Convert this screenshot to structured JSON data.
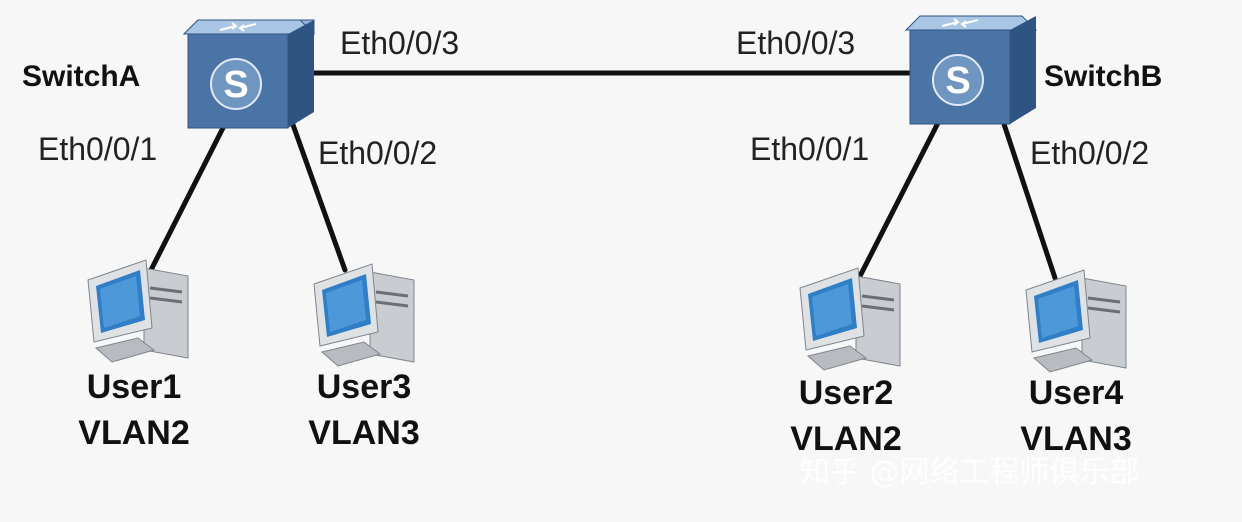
{
  "switches": [
    {
      "name": "SwitchA",
      "icon": "switch-icon",
      "symbol": "S",
      "ports": {
        "uplink": "Eth0/0/3",
        "left": "Eth0/0/1",
        "right": "Eth0/0/2"
      }
    },
    {
      "name": "SwitchB",
      "icon": "switch-icon",
      "symbol": "S",
      "ports": {
        "uplink": "Eth0/0/3",
        "left": "Eth0/0/1",
        "right": "Eth0/0/2"
      }
    }
  ],
  "users": [
    {
      "name": "User1",
      "vlan": "VLAN2",
      "icon": "computer-icon"
    },
    {
      "name": "User3",
      "vlan": "VLAN3",
      "icon": "computer-icon"
    },
    {
      "name": "User2",
      "vlan": "VLAN2",
      "icon": "computer-icon"
    },
    {
      "name": "User4",
      "vlan": "VLAN3",
      "icon": "computer-icon"
    }
  ],
  "watermark": "知乎 @网络工程师俱乐部",
  "colors": {
    "switch_front": "#4a74a6",
    "switch_top": "#8fb3d9",
    "switch_side": "#2f5482",
    "link": "#111111",
    "monitor_screen": "#2f7ec6"
  }
}
